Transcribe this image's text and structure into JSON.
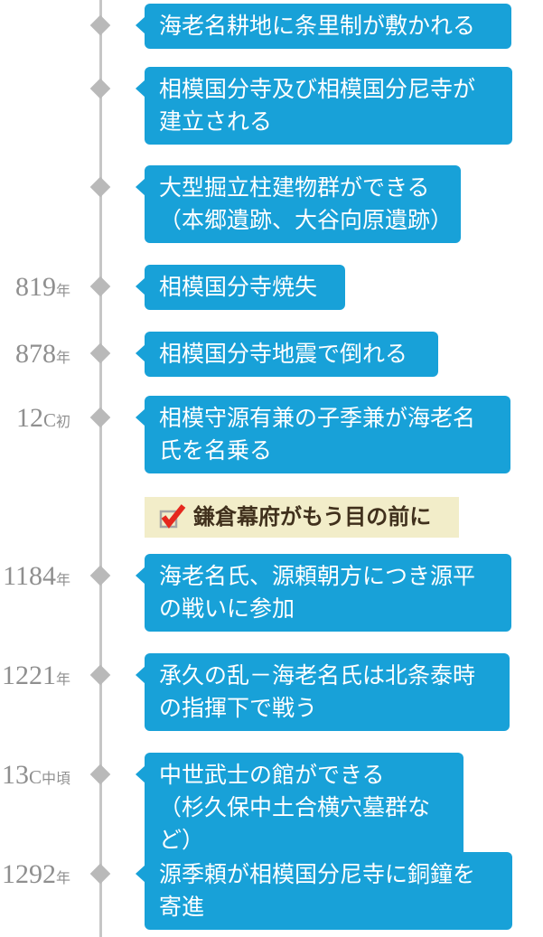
{
  "colors": {
    "bubble_blue": "#18a1d8",
    "highlight_bg": "#f2edc9",
    "highlight_text": "#40301c",
    "check_red": "#e5281e",
    "checkbox_gray": "#a5a5a5",
    "year_gray": "#8f8f8f",
    "line_gray": "#c6c6c6",
    "diamond_gray": "#b9b9b9"
  },
  "timeline": {
    "items": [
      {
        "year_num": "",
        "year_cap": "",
        "year_unit": "",
        "text": "海老名耕地に条里制が敷かれる"
      },
      {
        "year_num": "",
        "year_cap": "",
        "year_unit": "",
        "text": "相模国分寺及び相模国分尼寺が\n建立される"
      },
      {
        "year_num": "",
        "year_cap": "",
        "year_unit": "",
        "text": "大型掘立柱建物群ができる\n（本郷遺跡、大谷向原遺跡）"
      },
      {
        "year_num": "819",
        "year_cap": "",
        "year_unit": "年",
        "text": "相模国分寺焼失"
      },
      {
        "year_num": "878",
        "year_cap": "",
        "year_unit": "年",
        "text": "相模国分寺地震で倒れる"
      },
      {
        "year_num": "12",
        "year_cap": "C",
        "year_unit": "初",
        "text": "相模守源有兼の子季兼が海老名\n氏を名乗る"
      },
      {
        "type": "highlight",
        "icon": "checked-checkbox-icon",
        "text": "鎌倉幕府がもう目の前に"
      },
      {
        "year_num": "1184",
        "year_cap": "",
        "year_unit": "年",
        "text": "海老名氏、源頼朝方につき源平\nの戦いに参加"
      },
      {
        "year_num": "1221",
        "year_cap": "",
        "year_unit": "年",
        "text": "承久の乱－海老名氏は北条泰時\nの指揮下で戦う"
      },
      {
        "year_num": "13",
        "year_cap": "C",
        "year_unit": "中頃",
        "text": "中世武士の館ができる\n（杉久保中土合横穴墓群など）"
      },
      {
        "year_num": "1292",
        "year_cap": "",
        "year_unit": "年",
        "text": "源季頼が相模国分尼寺に銅鐘を\n寄進"
      }
    ]
  }
}
